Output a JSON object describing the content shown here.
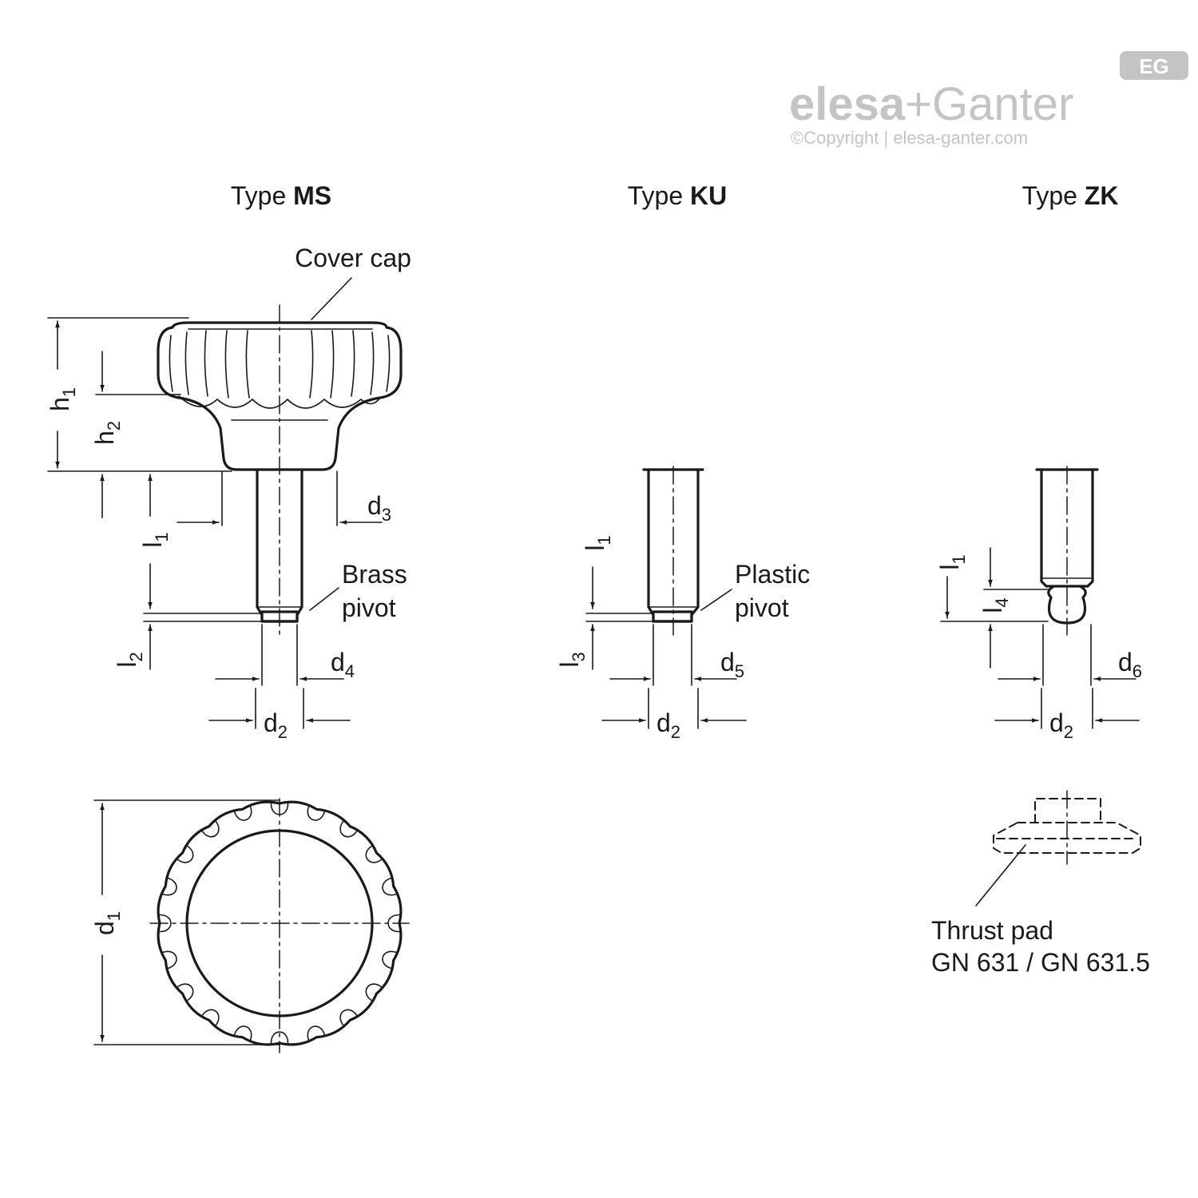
{
  "logo": {
    "brand_left": "elesa",
    "brand_plus": "+",
    "brand_right": "Ganter",
    "badge": "EG",
    "copyright": "©Copyright | elesa-ganter.com",
    "color": "#c4c4c4"
  },
  "types": {
    "ms": {
      "prefix": "Type ",
      "code": "MS"
    },
    "ku": {
      "prefix": "Type ",
      "code": "KU"
    },
    "zk": {
      "prefix": "Type ",
      "code": "ZK"
    }
  },
  "callouts": {
    "cover_cap": "Cover cap",
    "brass_pivot": [
      "Brass",
      "pivot"
    ],
    "plastic_pivot": [
      "Plastic",
      "pivot"
    ],
    "thrust_pad": [
      "Thrust pad",
      "GN 631 / GN 631.5"
    ]
  },
  "dimensions": {
    "h1": {
      "base": "h",
      "sub": "1"
    },
    "h2": {
      "base": "h",
      "sub": "2"
    },
    "l1": {
      "base": "l",
      "sub": "1"
    },
    "l2": {
      "base": "l",
      "sub": "2"
    },
    "l3": {
      "base": "l",
      "sub": "3"
    },
    "l4": {
      "base": "l",
      "sub": "4"
    },
    "d1": {
      "base": "d",
      "sub": "1"
    },
    "d2": {
      "base": "d",
      "sub": "2"
    },
    "d3": {
      "base": "d",
      "sub": "3"
    },
    "d4": {
      "base": "d",
      "sub": "4"
    },
    "d5": {
      "base": "d",
      "sub": "5"
    },
    "d6": {
      "base": "d",
      "sub": "6"
    }
  }
}
